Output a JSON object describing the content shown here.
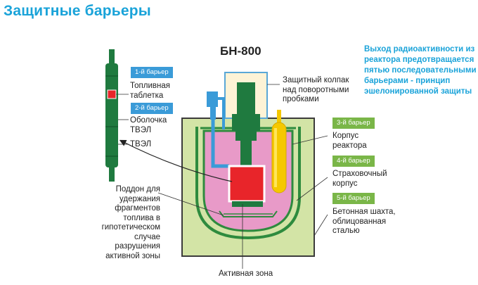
{
  "title": "Защитные барьеры",
  "model": "БН-800",
  "info": "Выход радиоактивности из реактора предотвращается пятью последовательными барьерами - принцип эшелонированной защиты",
  "barriers": [
    "1-й барьер",
    "2-й барьер",
    "3-й барьер",
    "4-й барьер",
    "5-й барьер"
  ],
  "labels": {
    "fuel_pellet": [
      "Топливная",
      "таблетка"
    ],
    "cladding": [
      "Оболочка",
      "ТВЭЛ"
    ],
    "fuel_element": "ТВЭЛ",
    "cap": [
      "Защитный колпак",
      "над поворотными",
      "пробками"
    ],
    "vessel": [
      "Корпус",
      "реактора"
    ],
    "guard_vessel": [
      "Страховочный",
      "корпус"
    ],
    "shaft": [
      "Бетонная шахта,",
      "облицованная",
      "сталью"
    ],
    "core_catcher": [
      "Поддон для",
      "удержания",
      "фрагментов",
      "топлива в",
      "гипотетическом",
      "случае",
      "разрушения",
      "активной зоны"
    ],
    "core": "Активная зона"
  },
  "colors": {
    "accent": "#1aa3d9",
    "barrier_blue": "#3a9bd8",
    "barrier_green": "#7ab648",
    "fuel_green": "#1f7a3f",
    "core_red": "#e8252a",
    "sodium_pink": "#e89ac8",
    "concrete": "#d3e4a6",
    "rod_yellow": "#f5c800"
  }
}
